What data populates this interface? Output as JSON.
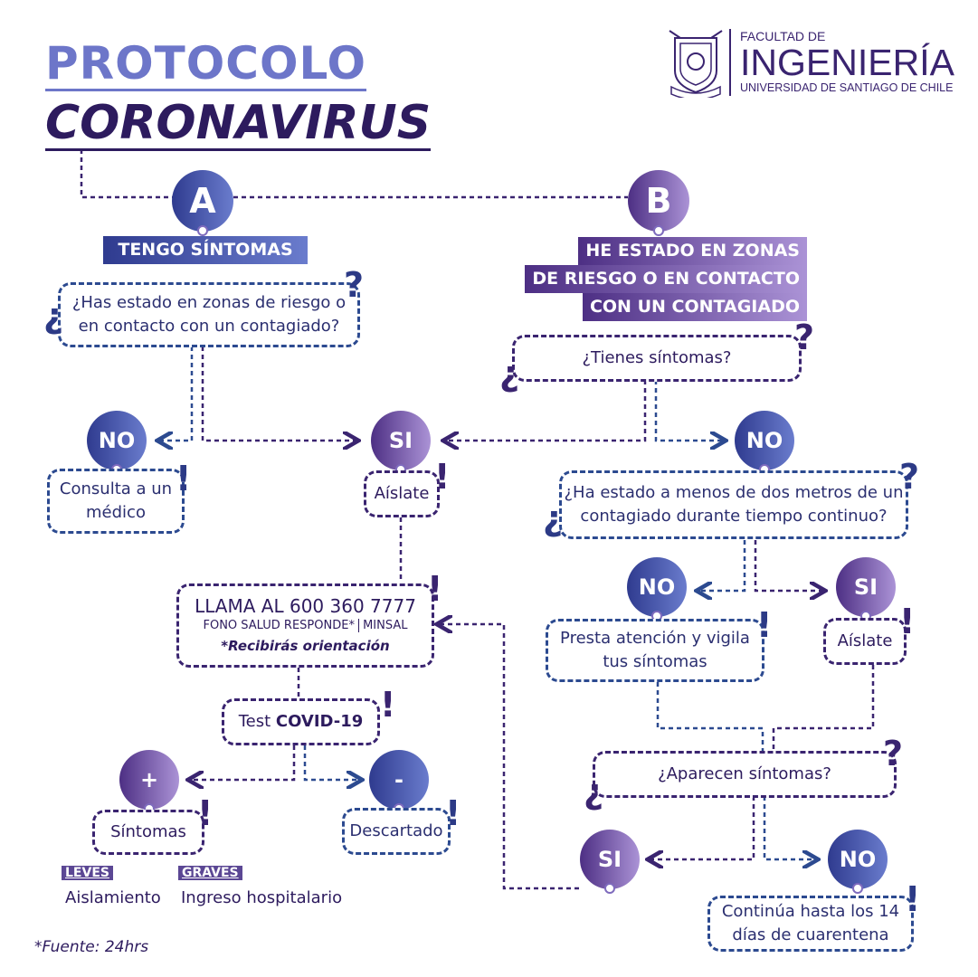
{
  "title": {
    "line1": "PROTOCOLO",
    "line2": "CORONAVIRUS"
  },
  "logo": {
    "line1": "FACULTAD DE",
    "line2": "INGENIERÍA",
    "line3": "UNIVERSIDAD DE SANTIAGO DE CHILE",
    "crest_icon": "university-crest"
  },
  "colors": {
    "dark": "#2d1b5e",
    "blue": "#2c4a90",
    "lavender": "#6d76c9",
    "purple": "#5b4794"
  },
  "branchA": {
    "letter": "A",
    "label": "TENGO SÍNTOMAS",
    "question": "¿Has estado en zonas de riesgo o en contacto con un contagiado?",
    "no": {
      "label": "NO",
      "action": "Consulta a un médico"
    },
    "si": {
      "label": "SI",
      "action": "Aíslate"
    }
  },
  "call": {
    "line1": "LLAMA AL 600 360 7777",
    "line2a": "FONO SALUD RESPONDE*",
    "line2b": "MINSAL",
    "line3": "*Recibirás orientación"
  },
  "test": {
    "prefix": "Test ",
    "name": "COVID-19",
    "positive": {
      "label": "+",
      "action": "Síntomas",
      "leves_tag": "LEVES",
      "leves": "Aislamiento",
      "graves_tag": "GRAVES",
      "graves": "Ingreso hospitalario"
    },
    "negative": {
      "label": "-",
      "action": "Descartado"
    }
  },
  "branchB": {
    "letter": "B",
    "label_lines": [
      "HE ESTADO EN ZONAS",
      "DE RIESGO O EN CONTACTO",
      "CON UN CONTAGIADO"
    ],
    "question": "¿Tienes síntomas?",
    "si_label": "SI",
    "no_label": "NO",
    "question2": "¿Ha estado a menos de dos metros de un contagiado durante tiempo continuo?",
    "no2": {
      "label": "NO",
      "action": "Presta atención y vigila tus síntomas"
    },
    "si2": {
      "label": "SI",
      "action": "Aíslate"
    },
    "question3": "¿Aparecen síntomas?",
    "si3": {
      "label": "SI"
    },
    "no3": {
      "label": "NO",
      "action": "Continúa hasta los 14 días de cuarentena"
    }
  },
  "marks": {
    "q_open": "¿",
    "q_close": "?",
    "excl": "!"
  },
  "footnote": "*Fuente: 24hrs"
}
